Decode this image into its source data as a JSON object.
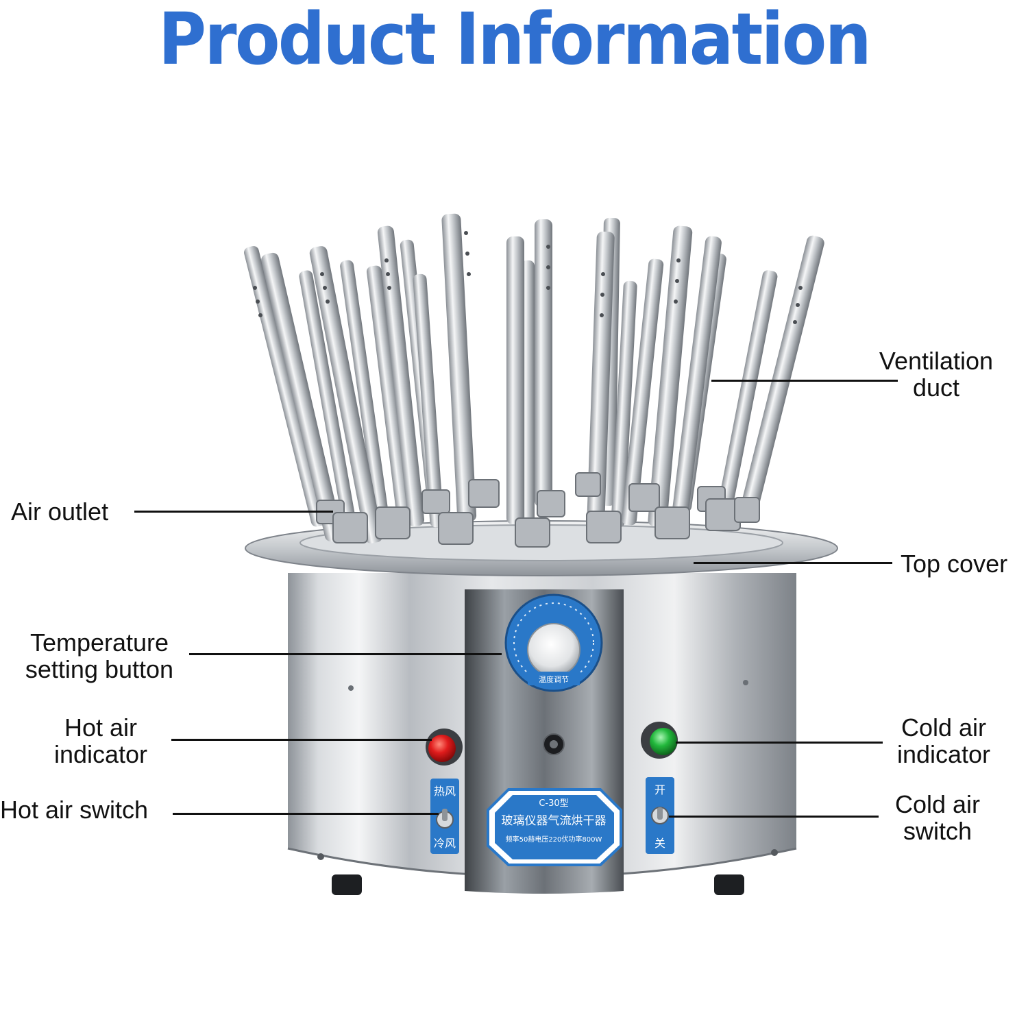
{
  "header": {
    "title": "Product Information"
  },
  "callouts": {
    "ventilation_duct": [
      "Ventilation",
      "duct"
    ],
    "air_outlet": [
      "Air outlet"
    ],
    "top_cover": [
      "Top cover"
    ],
    "temperature_setting_button": [
      "Temperature",
      "setting button"
    ],
    "hot_air_indicator": [
      "Hot air",
      "indicator"
    ],
    "cold_air_indicator": [
      "Cold air",
      "indicator"
    ],
    "hot_air_switch": [
      "Hot air switch"
    ],
    "cold_air_switch": [
      "Cold air",
      "switch"
    ]
  },
  "device_panel": {
    "model_label": "C-30型",
    "name_plate": "玻璃仪器气流烘干器",
    "spec_plate": "频率50赫电压220伏功率800W",
    "dial_caption": "温度调节",
    "left_switch_top": "热风",
    "left_switch_bottom": "冷风",
    "right_switch_top": "开",
    "right_switch_bottom": "关"
  },
  "colors": {
    "title_blue": "#2f6fd0",
    "panel_blue": "#2a78c8",
    "hot_indicator": "#d81818",
    "cold_indicator": "#1fb33a",
    "steel": "#c9ccd0"
  }
}
